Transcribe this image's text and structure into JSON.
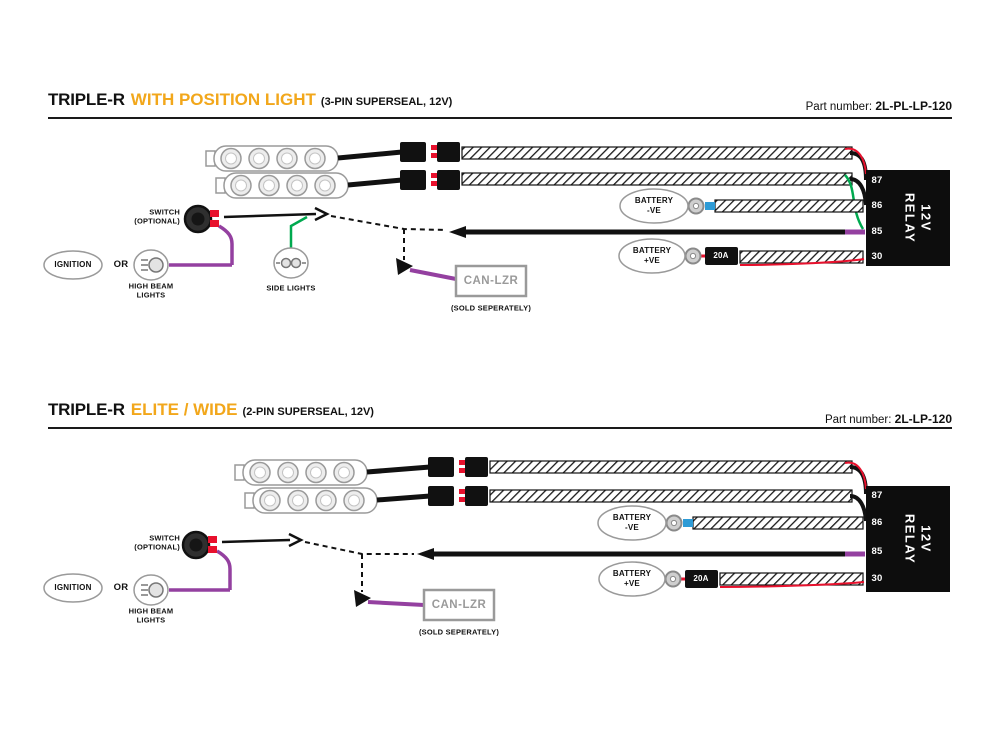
{
  "colors": {
    "accent": "#F2A71B",
    "wire_purple": "#9440A0",
    "wire_green": "#00A94F",
    "wire_red": "#E8112D",
    "wire_blue": "#2E9BD6",
    "outline_gray": "#9A9A9A",
    "relay_black": "#0D0D0D"
  },
  "diagrams": [
    {
      "title": "TRIPLE-R",
      "subtitle": "WITH POSITION LIGHT",
      "spec": "(3-PIN SUPERSEAL, 12V)",
      "part_label": "Part number:",
      "part_number": "2L-PL-LP-120",
      "labels": {
        "switch": "SWITCH\n(OPTIONAL)",
        "ignition": "IGNITION",
        "or": "OR",
        "high_beam": "HIGH BEAM\nLIGHTS",
        "side_lights": "SIDE LIGHTS",
        "battery_neg": "BATTERY\n-VE",
        "battery_pos": "BATTERY\n+VE",
        "fuse": "20A",
        "can": "CAN-LZR",
        "sold": "(SOLD SEPERATELY)",
        "relay": "12V RELAY",
        "pin_87": "87",
        "pin_86": "86",
        "pin_85": "85",
        "pin_30": "30"
      }
    },
    {
      "title": "TRIPLE-R",
      "subtitle": "ELITE / WIDE",
      "spec": "(2-PIN SUPERSEAL, 12V)",
      "part_label": "Part number:",
      "part_number": "2L-LP-120",
      "labels": {
        "switch": "SWITCH\n(OPTIONAL)",
        "ignition": "IGNITION",
        "or": "OR",
        "high_beam": "HIGH BEAM\nLIGHTS",
        "battery_neg": "BATTERY\n-VE",
        "battery_pos": "BATTERY\n+VE",
        "fuse": "20A",
        "can": "CAN-LZR",
        "sold": "(SOLD SEPERATELY)",
        "relay": "12V RELAY",
        "pin_87": "87",
        "pin_86": "86",
        "pin_85": "85",
        "pin_30": "30"
      }
    }
  ]
}
